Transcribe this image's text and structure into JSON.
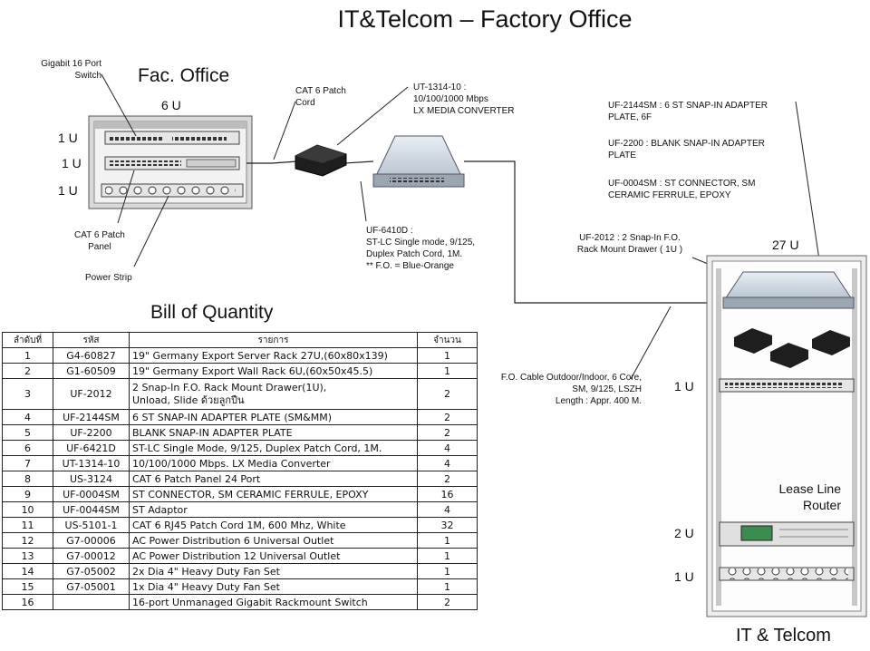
{
  "title": "IT&Telcom – Factory Office",
  "fac_office": {
    "title": "Fac. Office",
    "rack_size": "6 U",
    "u_labels": [
      "1 U",
      "1 U",
      "1 U"
    ],
    "callouts": {
      "switch": "Gigabit 16 Port\nSwitch",
      "patch_panel": "CAT 6 Patch\nPanel",
      "power_strip": "Power Strip",
      "patch_cord": "CAT 6 Patch\nCord"
    }
  },
  "links": {
    "media_converter": "UT-1314-10 :\n10/100/1000 Mbps\nLX MEDIA CONVERTER",
    "patch_cord_fo": "UF-6410D :\nST-LC Single mode, 9/125,\nDuplex Patch Cord, 1M.\n** F.O. = Blue-Orange",
    "fo_cable": "F.O. Cable Outdoor/Indoor, 6 Core,\nSM, 9/125, LSZH\nLength :  Appr.  400 M."
  },
  "it_telcom": {
    "title": "IT & Telcom",
    "rack_size": "27 U",
    "notes": [
      "UF-2144SM : 6 ST SNAP-IN ADAPTER\nPLATE, 6F",
      "UF-2200 : BLANK SNAP-IN ADAPTER\nPLATE",
      "UF-0004SM : ST CONNECTOR, SM\nCERAMIC FERRULE, EPOXY"
    ],
    "drawer_label": "UF-2012 : 2 Snap-In F.O.\nRack Mount Drawer ( 1U )",
    "u_labels": [
      "1 U",
      "2 U",
      "1 U"
    ],
    "router_label": "Lease Line\nRouter"
  },
  "boq": {
    "title": "Bill of Quantity",
    "headers": [
      "ลำดับที่",
      "รหัส",
      "รายการ",
      "จำนวน"
    ],
    "rows": [
      [
        "1",
        "G4-60827",
        "19\" Germany Export Server Rack 27U,(60x80x139)",
        "1"
      ],
      [
        "2",
        "G1-60509",
        "19\" Germany Export Wall Rack 6U,(60x50x45.5)",
        "1"
      ],
      [
        "3",
        "UF-2012",
        "2 Snap-In F.O. Rack Mount Drawer(1U),\nUnload, Slide ด้วยลูกปืน",
        "2"
      ],
      [
        "4",
        "UF-2144SM",
        "6 ST SNAP-IN ADAPTER PLATE (SM&MM)",
        "2"
      ],
      [
        "5",
        "UF-2200",
        "BLANK SNAP-IN ADAPTER PLATE",
        "2"
      ],
      [
        "6",
        "UF-6421D",
        "ST-LC Single Mode, 9/125, Duplex Patch Cord, 1M.",
        "4"
      ],
      [
        "7",
        "UT-1314-10",
        "10/100/1000 Mbps. LX Media Converter",
        "4"
      ],
      [
        "8",
        "US-3124",
        "CAT 6 Patch Panel 24 Port",
        "2"
      ],
      [
        "9",
        "UF-0004SM",
        "ST CONNECTOR, SM CERAMIC FERRULE, EPOXY",
        "16"
      ],
      [
        "10",
        "UF-0044SM",
        "ST Adaptor",
        "4"
      ],
      [
        "11",
        "US-5101-1",
        "CAT 6 RJ45 Patch Cord 1M, 600 Mhz, White",
        "32"
      ],
      [
        "12",
        "G7-00006",
        "AC Power Distribution 6 Universal Outlet",
        "1"
      ],
      [
        "13",
        "G7-00012",
        "AC Power Distribution 12 Universal Outlet",
        "1"
      ],
      [
        "14",
        "G7-05002",
        "2x Dia 4\" Heavy Duty Fan Set",
        "1"
      ],
      [
        "15",
        "G7-05001",
        "1x Dia 4\" Heavy Duty Fan Set",
        "1"
      ],
      [
        "16",
        "",
        "16-port Unmanaged Gigabit Rackmount Switch",
        "2"
      ]
    ]
  }
}
